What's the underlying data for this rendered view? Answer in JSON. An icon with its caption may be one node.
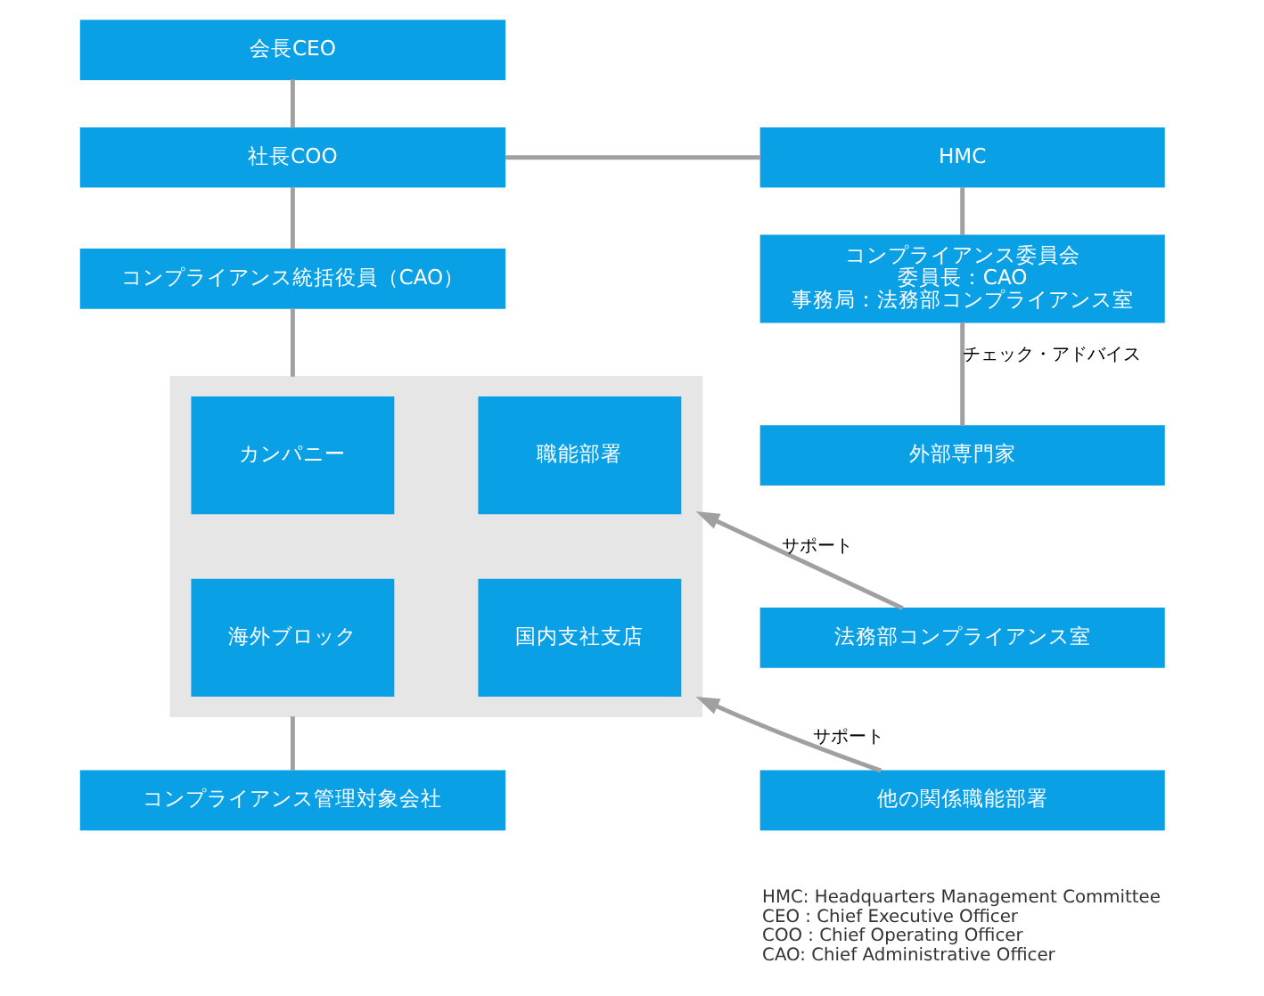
{
  "diagram": {
    "nodes": [
      {
        "text": [
          "会長CEO"
        ]
      },
      {
        "text": [
          "社長COO"
        ]
      },
      {
        "text": [
          "HMC"
        ]
      },
      {
        "text": [
          "コンプライアンス統括役員（CAO）"
        ]
      },
      {
        "text": [
          "コンプライアンス委員会",
          "委員長：CAO",
          "事務局：法務部コンプライアンス室"
        ]
      },
      {
        "text": [],
        "shape": "box"
      },
      {
        "text": [
          "カンパニー"
        ],
        "in": 5
      },
      {
        "text": [
          "職能部署"
        ],
        "in": 5
      },
      {
        "text": [
          "海外ブロック"
        ],
        "in": 5
      },
      {
        "text": [
          "国内支社支店"
        ],
        "in": 5
      },
      {
        "text": [
          "外部専門家"
        ]
      },
      {
        "text": [
          "法務部コンプライアンス室"
        ]
      },
      {
        "text": [
          "他の関係職能部署"
        ]
      },
      {
        "text": [
          "コンプライアンス管理対象会社"
        ]
      }
    ],
    "edges": [
      {
        "from": 0,
        "to": 1,
        "arrow": "none"
      },
      {
        "from": 1,
        "to": 2,
        "arrow": "none"
      },
      {
        "from": 1,
        "to": 3,
        "arrow": "none"
      },
      {
        "from": 3,
        "to": 5,
        "arrow": "none"
      },
      {
        "from": 5,
        "to": 13,
        "arrow": "none"
      },
      {
        "from": 2,
        "to": 4,
        "arrow": "none"
      },
      {
        "from": 4,
        "to": 10,
        "label": "チェック・アドバイス",
        "arrow": "none"
      },
      {
        "from": 11,
        "to": 5,
        "label": "サポート",
        "arrow": "to"
      },
      {
        "from": 12,
        "to": 5,
        "label": "サポート",
        "arrow": "to"
      }
    ],
    "labels": [
      "HMC: Headquarters Management Committee",
      "CEO : Chief Executive Officer",
      "COO : Chief Operating Officer",
      "CAO: Chief Administrative Officer"
    ]
  }
}
